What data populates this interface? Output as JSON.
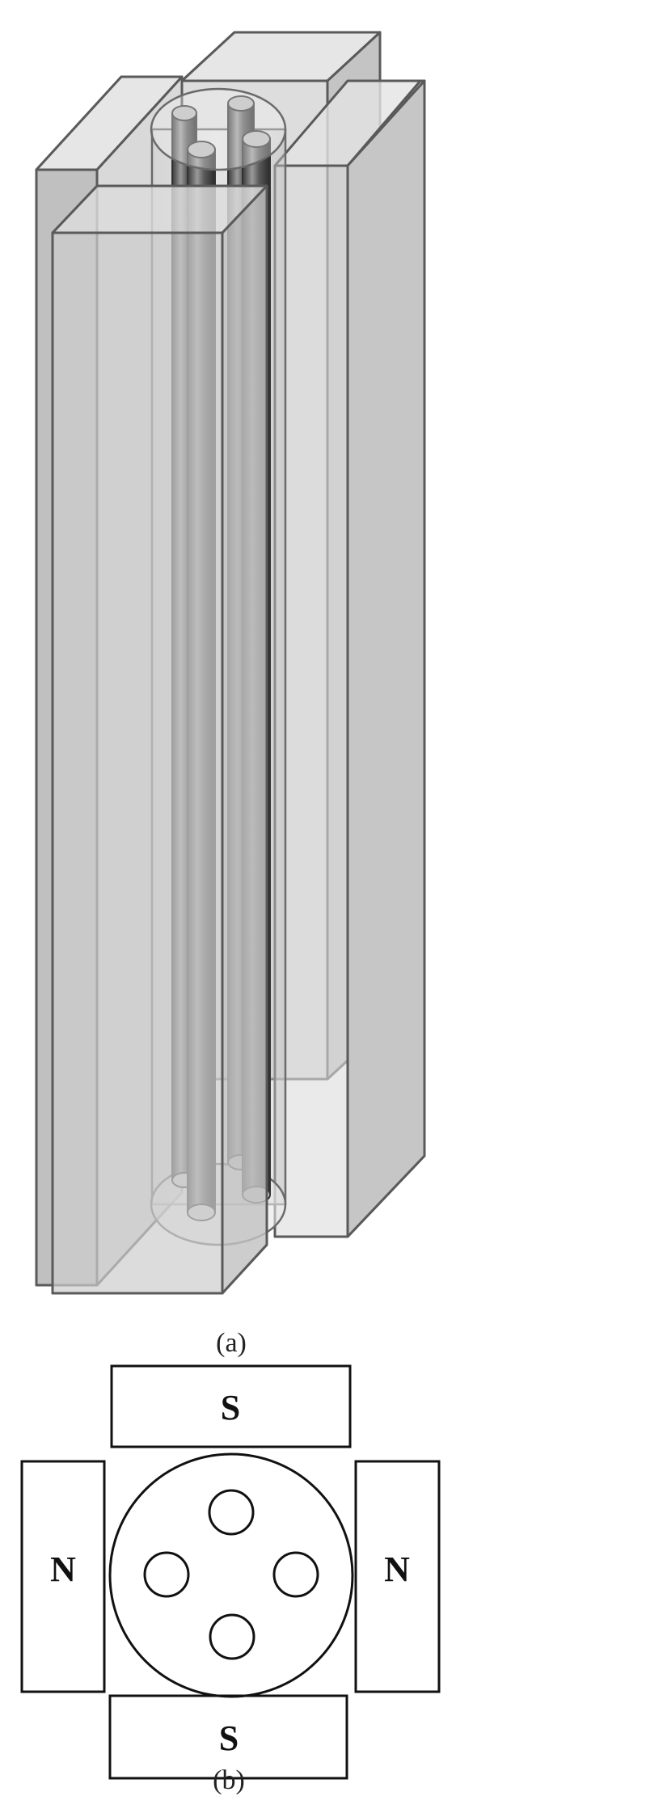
{
  "figure_a": {
    "caption": "(a)"
  },
  "figure_b": {
    "caption": "(b)",
    "poles": {
      "top": "S",
      "left": "N",
      "right": "N",
      "bottom": "S"
    }
  }
}
